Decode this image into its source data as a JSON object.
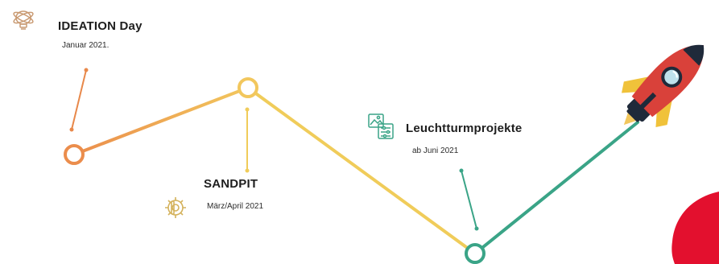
{
  "milestones": [
    {
      "title": "IDEATION Day",
      "date": "Januar 2021.",
      "icon": "brain-lightbulb-icon",
      "color": "#e8884a"
    },
    {
      "title": "SANDPIT",
      "date": "März/April 2021",
      "icon": "gear-wrench-icon",
      "color": "#f0cc5a"
    },
    {
      "title": "Leuchtturmprojekte",
      "date": "ab Juni 2021",
      "icon": "images-sliders-icon",
      "color": "#3aa487"
    }
  ],
  "decorations": {
    "rocket": "rocket-icon",
    "corner_shape": "red-blob-shape"
  }
}
